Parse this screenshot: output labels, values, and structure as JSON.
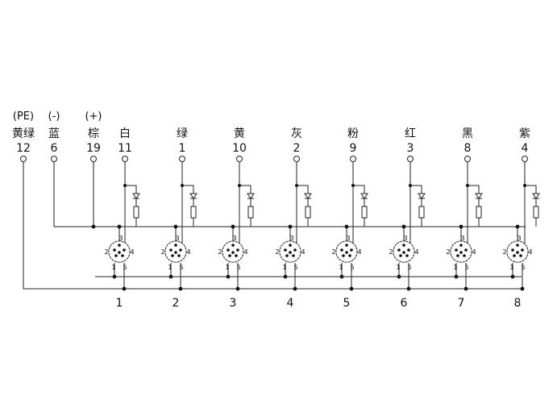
{
  "terminals": [
    {
      "pin_label": "(PE)",
      "name": "黄绿",
      "number": "12"
    },
    {
      "pin_label": "(-)",
      "name": "蓝",
      "number": "6"
    },
    {
      "pin_label": "(+)",
      "name": "棕",
      "number": "19"
    },
    {
      "pin_label": "",
      "name": "白",
      "number": "11"
    },
    {
      "pin_label": "",
      "name": "绿",
      "number": "1"
    },
    {
      "pin_label": "",
      "name": "黄",
      "number": "10"
    },
    {
      "pin_label": "",
      "name": "灰",
      "number": "2"
    },
    {
      "pin_label": "",
      "name": "粉",
      "number": "9"
    },
    {
      "pin_label": "",
      "name": "红",
      "number": "3"
    },
    {
      "pin_label": "",
      "name": "黑",
      "number": "8"
    },
    {
      "pin_label": "",
      "name": "紫",
      "number": "4"
    }
  ],
  "connectors": [
    {
      "port": "1"
    },
    {
      "port": "2"
    },
    {
      "port": "3"
    },
    {
      "port": "4"
    },
    {
      "port": "5"
    },
    {
      "port": "6"
    },
    {
      "port": "7"
    },
    {
      "port": "8"
    }
  ],
  "connector_pins": [
    "1",
    "2",
    "3",
    "4",
    "5"
  ]
}
